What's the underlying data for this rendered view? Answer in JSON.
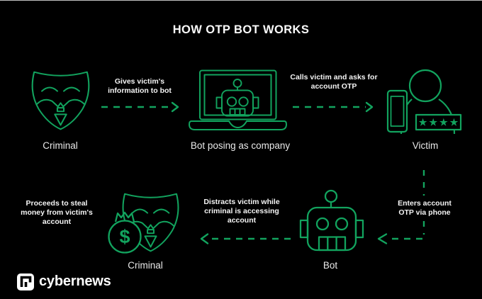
{
  "canvas": {
    "background": "#000000",
    "accent_green": "#12a35e",
    "text_color": "#f5f5f5"
  },
  "title": "HOW OTP BOT WORKS",
  "nodes": {
    "criminal_top": {
      "label": "Criminal",
      "icon": "anonymous-mask-icon"
    },
    "bot_laptop": {
      "label": "Bot posing as company",
      "icon": "laptop-robot-icon"
    },
    "victim": {
      "label": "Victim",
      "icon": "person-with-phone-icon",
      "otp_mask": "★★★★"
    },
    "bot": {
      "label": "Bot",
      "icon": "robot-icon"
    },
    "criminal_bottom": {
      "label": "Criminal",
      "icon": "anonymous-mask-moneybag-icon",
      "money_symbol": "$"
    }
  },
  "steps": {
    "step1": "Gives victim's information to bot",
    "step2": "Calls victim and asks for account OTP",
    "step3": "Enters account OTP via phone",
    "step4": "Distracts victim while criminal is accessing account",
    "step5": "Proceeds to steal money from victim's account"
  },
  "logo": {
    "brand": "cybernews",
    "icon": "cybernews-logo-icon"
  }
}
